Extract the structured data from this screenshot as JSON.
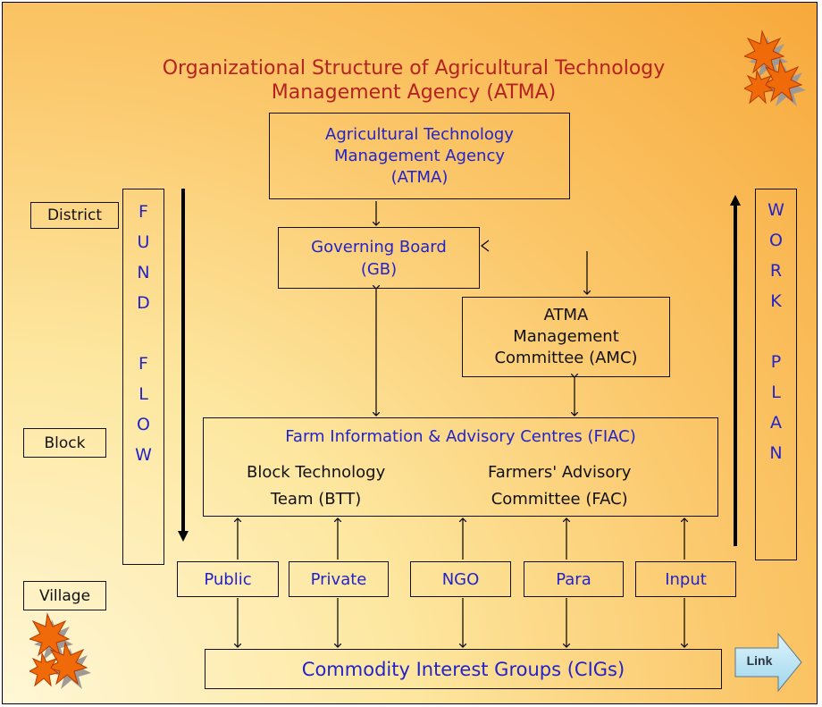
{
  "title": {
    "line1": "Organizational Structure of Agricultural Technology",
    "line2": "Management Agency (ATMA)"
  },
  "atma": {
    "line1": "Agricultural Technology",
    "line2": "Management Agency",
    "line3": "(ATMA)"
  },
  "gb": {
    "line1": "Governing Board",
    "line2": "(GB)"
  },
  "amc": {
    "line1": "ATMA",
    "line2": "Management",
    "line3": "Committee (AMC)"
  },
  "fiac": {
    "title": "Farm Information & Advisory Centres (FIAC)",
    "btt_line1": "Block Technology",
    "btt_line2": "Team (BTT)",
    "fac_line1": "Farmers' Advisory",
    "fac_line2": "Committee (FAC)"
  },
  "levels": {
    "district": "District",
    "block": "Block",
    "village": "Village"
  },
  "fund_flow": [
    "F",
    "U",
    "N",
    "D",
    "",
    "F",
    "L",
    "O",
    "W"
  ],
  "work_plan": [
    "W",
    "O",
    "R",
    "K",
    "",
    "P",
    "L",
    "A",
    "N"
  ],
  "partners": [
    "Public",
    "Private",
    "NGO",
    "Para",
    "Input"
  ],
  "cig": "Commodity Interest Groups (CIGs)",
  "link_button": "Link",
  "colors": {
    "title": "#b52222",
    "box_text": "#2323c9",
    "accent": "#f7a93b"
  },
  "icons": [
    "flower-icon",
    "link-arrow-icon"
  ]
}
